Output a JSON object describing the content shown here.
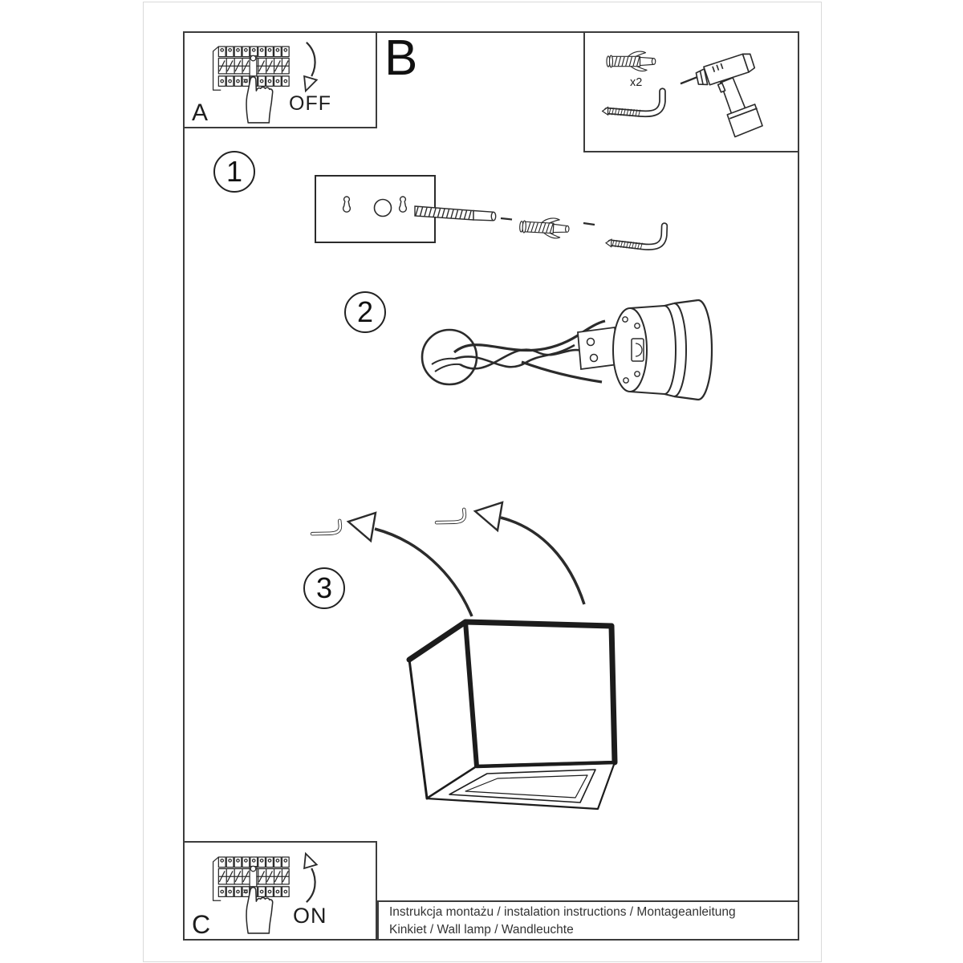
{
  "page": {
    "background": "#ffffff",
    "frame_color": "#d9d9d9",
    "ink_color": "#262626",
    "box_border_color": "#3c3c3c"
  },
  "sections": {
    "a": {
      "label": "A",
      "action_label": "OFF"
    },
    "b": {
      "label": "B"
    },
    "c": {
      "label": "C",
      "action_label": "ON"
    }
  },
  "steps": [
    {
      "number": "1"
    },
    {
      "number": "2"
    },
    {
      "number": "3"
    }
  ],
  "tools_box": {
    "dowel_quantity_label": "x2",
    "items": [
      "wall-plug",
      "hook-screw",
      "cordless-drill"
    ]
  },
  "footer": {
    "line1": "Instrukcja montażu / instalation instructions / Montageanleitung",
    "line2": "Kinkiet / Wall lamp / Wandleuchte"
  },
  "icons": {
    "breaker-panel-icon": "line-art",
    "pressing-hand-icon": "line-art",
    "curved-arrow-icon": "line-art",
    "wall-plug-icon": "line-art",
    "hook-screw-icon": "line-art",
    "drill-icon": "line-art",
    "mounting-plate-icon": "line-art",
    "screw-icon": "line-art",
    "wall-wires-icon": "line-art",
    "lamp-socket-icon": "line-art",
    "hook-icon": "line-art",
    "cube-lamp-icon": "line-art"
  }
}
